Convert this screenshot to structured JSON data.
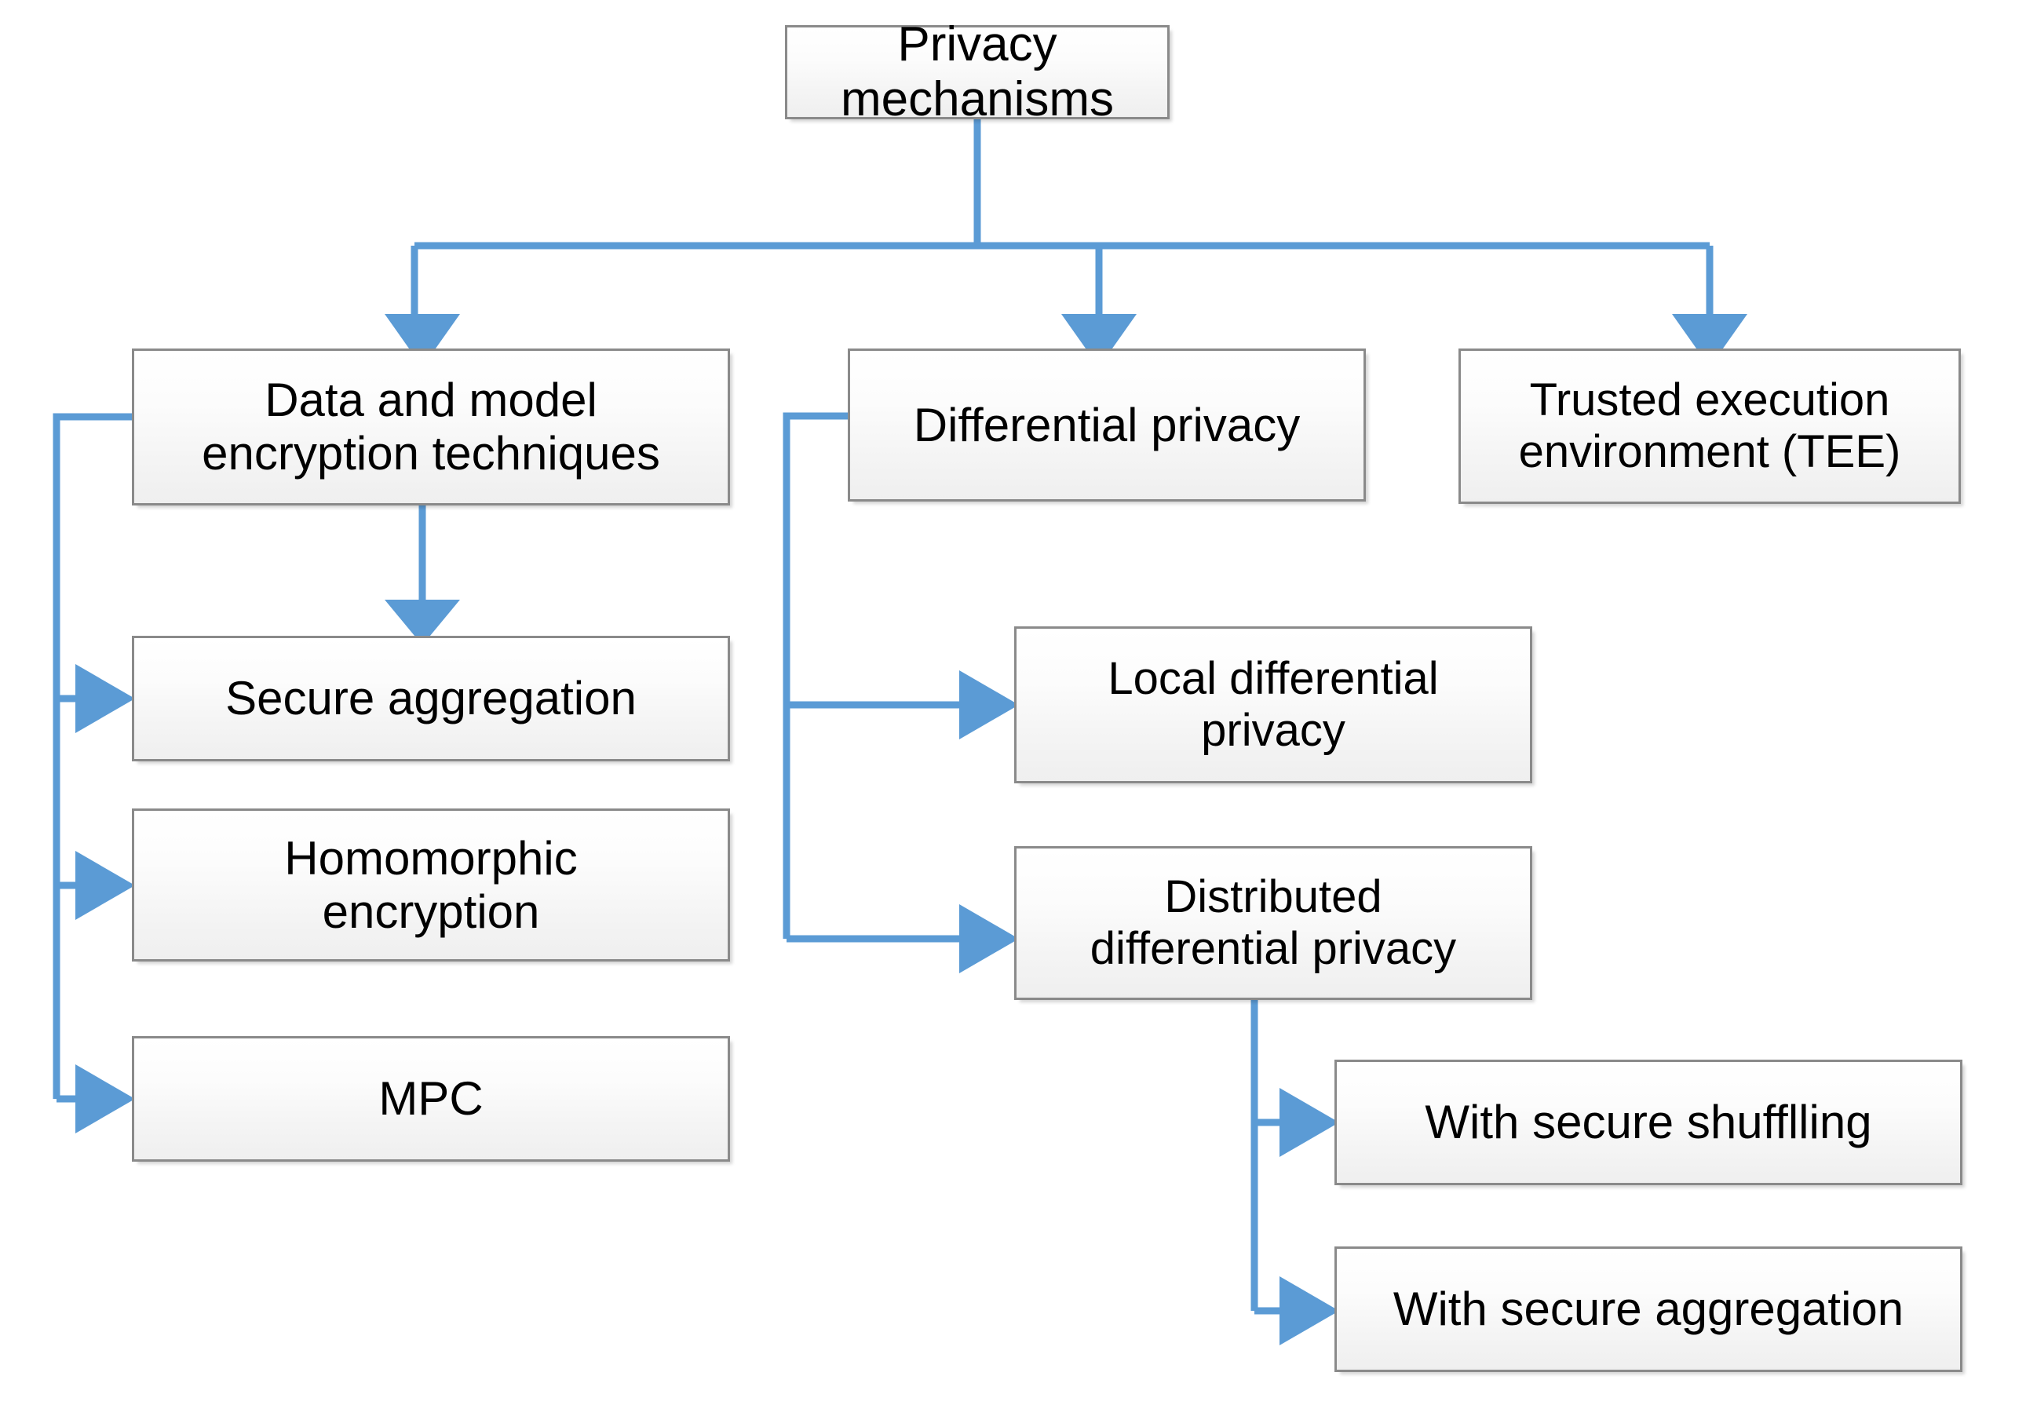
{
  "diagram": {
    "title": "Privacy mechanisms",
    "colors": {
      "connector": "#5B9BD5",
      "box_border": "#8A8A8A",
      "box_fill_top": "#FFFFFF",
      "box_fill_bottom": "#EFEFEF",
      "text": "#000000",
      "background": "#FFFFFF"
    },
    "nodes": {
      "root": {
        "label": "Privacy mechanisms"
      },
      "encryption": {
        "label": "Data and model\nencryption techniques"
      },
      "differential_privacy": {
        "label": "Differential privacy"
      },
      "tee": {
        "label": "Trusted execution\nenvironment (TEE)"
      },
      "secure_aggregation": {
        "label": "Secure aggregation"
      },
      "homomorphic_encryption": {
        "label": "Homomorphic\nencryption"
      },
      "mpc": {
        "label": "MPC"
      },
      "local_dp": {
        "label": "Local differential\nprivacy"
      },
      "distributed_dp": {
        "label": "Distributed\ndifferential privacy"
      },
      "with_secure_shuffling": {
        "label": "With secure shufflling"
      },
      "with_secure_aggregation": {
        "label": "With secure aggregation"
      }
    },
    "edges": [
      {
        "from": "root",
        "to": "encryption",
        "style": "elbow-down-arrow"
      },
      {
        "from": "root",
        "to": "differential_privacy",
        "style": "elbow-down-arrow"
      },
      {
        "from": "root",
        "to": "tee",
        "style": "elbow-down-arrow"
      },
      {
        "from": "encryption",
        "to": "secure_aggregation",
        "style": "straight-down-arrow"
      },
      {
        "from": "encryption",
        "to": "secure_aggregation",
        "style": "left-bus-right-arrow"
      },
      {
        "from": "encryption",
        "to": "homomorphic_encryption",
        "style": "left-bus-right-arrow"
      },
      {
        "from": "encryption",
        "to": "mpc",
        "style": "left-bus-right-arrow"
      },
      {
        "from": "differential_privacy",
        "to": "local_dp",
        "style": "left-bus-right-arrow"
      },
      {
        "from": "differential_privacy",
        "to": "distributed_dp",
        "style": "left-bus-right-arrow"
      },
      {
        "from": "distributed_dp",
        "to": "with_secure_shuffling",
        "style": "down-bus-right-arrow"
      },
      {
        "from": "distributed_dp",
        "to": "with_secure_aggregation",
        "style": "down-bus-right-arrow"
      }
    ]
  }
}
